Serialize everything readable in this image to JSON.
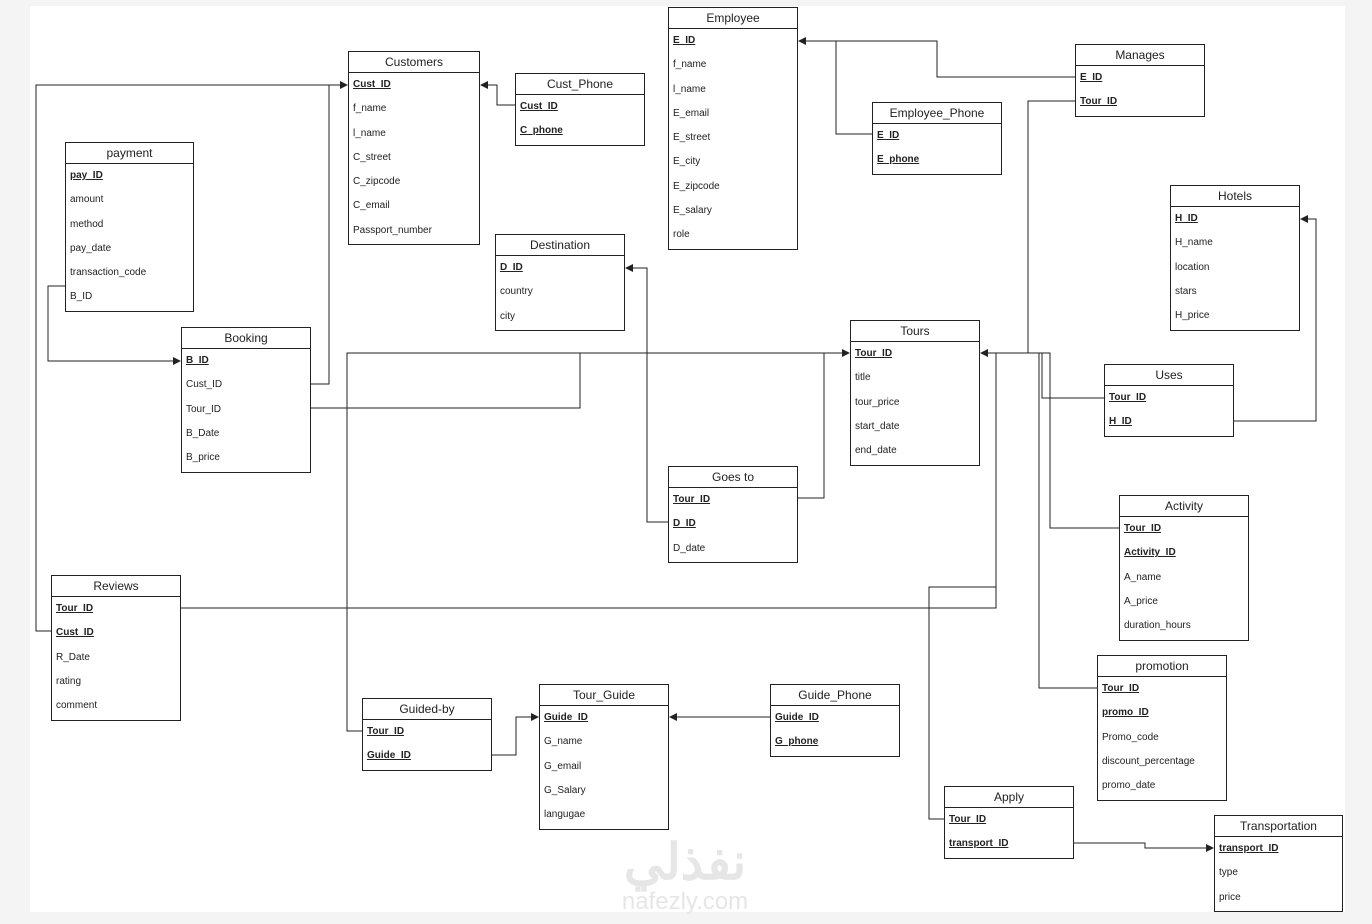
{
  "diagram_title": "",
  "entities": [
    {
      "id": "customers",
      "name": "Customers",
      "fields": [
        {
          "name": "Cust_ID",
          "key": true
        },
        {
          "name": "f_name",
          "key": false
        },
        {
          "name": "l_name",
          "key": false
        },
        {
          "name": "C_street",
          "key": false
        },
        {
          "name": "C_zipcode",
          "key": false
        },
        {
          "name": "C_email",
          "key": false
        },
        {
          "name": "Passport_number",
          "key": false
        }
      ]
    },
    {
      "id": "cust-phone",
      "name": "Cust_Phone",
      "fields": [
        {
          "name": "Cust_ID",
          "key": true
        },
        {
          "name": "C_phone",
          "key": true
        }
      ]
    },
    {
      "id": "employee",
      "name": "Employee",
      "fields": [
        {
          "name": "E_ID",
          "key": true
        },
        {
          "name": "f_name",
          "key": false
        },
        {
          "name": "l_name",
          "key": false
        },
        {
          "name": "E_email",
          "key": false
        },
        {
          "name": "E_street",
          "key": false
        },
        {
          "name": "E_city",
          "key": false
        },
        {
          "name": "E_zipcode",
          "key": false
        },
        {
          "name": "E_salary",
          "key": false
        },
        {
          "name": "role",
          "key": false
        }
      ]
    },
    {
      "id": "employee-phone",
      "name": "Employee_Phone",
      "fields": [
        {
          "name": "E_ID",
          "key": true
        },
        {
          "name": "E_phone",
          "key": true
        }
      ]
    },
    {
      "id": "manages",
      "name": "Manages",
      "fields": [
        {
          "name": "E_ID",
          "key": true
        },
        {
          "name": "Tour_ID",
          "key": true
        }
      ]
    },
    {
      "id": "payment",
      "name": "payment",
      "fields": [
        {
          "name": "pay_ID",
          "key": true
        },
        {
          "name": "amount",
          "key": false
        },
        {
          "name": "method",
          "key": false
        },
        {
          "name": "pay_date",
          "key": false
        },
        {
          "name": "transaction_code",
          "key": false
        },
        {
          "name": "B_ID",
          "key": false
        }
      ]
    },
    {
      "id": "destination",
      "name": "Destination",
      "fields": [
        {
          "name": "D_ID",
          "key": true
        },
        {
          "name": "country",
          "key": false
        },
        {
          "name": "city",
          "key": false
        }
      ]
    },
    {
      "id": "hotels",
      "name": "Hotels",
      "fields": [
        {
          "name": "H_ID",
          "key": true
        },
        {
          "name": "H_name",
          "key": false
        },
        {
          "name": "location",
          "key": false
        },
        {
          "name": "stars",
          "key": false
        },
        {
          "name": "H_price",
          "key": false
        }
      ]
    },
    {
      "id": "booking",
      "name": "Booking",
      "fields": [
        {
          "name": "B_ID",
          "key": true
        },
        {
          "name": "Cust_ID",
          "key": false
        },
        {
          "name": "Tour_ID",
          "key": false
        },
        {
          "name": "B_Date",
          "key": false
        },
        {
          "name": "B_price",
          "key": false
        }
      ]
    },
    {
      "id": "tours",
      "name": "Tours",
      "fields": [
        {
          "name": "Tour_ID",
          "key": true
        },
        {
          "name": "title",
          "key": false
        },
        {
          "name": "tour_price",
          "key": false
        },
        {
          "name": "start_date",
          "key": false
        },
        {
          "name": "end_date",
          "key": false
        }
      ]
    },
    {
      "id": "uses",
      "name": "Uses",
      "fields": [
        {
          "name": "Tour_ID",
          "key": true
        },
        {
          "name": "H_ID",
          "key": true
        }
      ]
    },
    {
      "id": "goes-to",
      "name": "Goes to",
      "fields": [
        {
          "name": "Tour_ID",
          "key": true
        },
        {
          "name": "D_ID",
          "key": true
        },
        {
          "name": "D_date",
          "key": false
        }
      ]
    },
    {
      "id": "activity",
      "name": "Activity",
      "fields": [
        {
          "name": "Tour_ID",
          "key": true
        },
        {
          "name": "Activity_ID",
          "key": true
        },
        {
          "name": "A_name",
          "key": false
        },
        {
          "name": "A_price",
          "key": false
        },
        {
          "name": "duration_hours",
          "key": false
        }
      ]
    },
    {
      "id": "reviews",
      "name": "Reviews",
      "fields": [
        {
          "name": "Tour_ID",
          "key": true
        },
        {
          "name": "Cust_ID",
          "key": true
        },
        {
          "name": "R_Date",
          "key": false
        },
        {
          "name": "rating",
          "key": false
        },
        {
          "name": "comment",
          "key": false
        }
      ]
    },
    {
      "id": "promotion",
      "name": "promotion",
      "fields": [
        {
          "name": "Tour_ID",
          "key": true
        },
        {
          "name": "promo_ID",
          "key": true
        },
        {
          "name": "Promo_code",
          "key": false
        },
        {
          "name": "discount_percentage",
          "key": false
        },
        {
          "name": "promo_date",
          "key": false
        }
      ]
    },
    {
      "id": "guided-by",
      "name": "Guided-by",
      "fields": [
        {
          "name": "Tour_ID",
          "key": true
        },
        {
          "name": "Guide_ID",
          "key": true
        }
      ]
    },
    {
      "id": "tour-guide",
      "name": "Tour_Guide",
      "fields": [
        {
          "name": "Guide_ID",
          "key": true
        },
        {
          "name": "G_name",
          "key": false
        },
        {
          "name": "G_email",
          "key": false
        },
        {
          "name": "G_Salary",
          "key": false
        },
        {
          "name": "langugae",
          "key": false
        }
      ]
    },
    {
      "id": "guide-phone",
      "name": "Guide_Phone",
      "fields": [
        {
          "name": "Guide_ID",
          "key": true
        },
        {
          "name": "G_phone",
          "key": true
        }
      ]
    },
    {
      "id": "apply",
      "name": "Apply",
      "fields": [
        {
          "name": "Tour_ID",
          "key": true
        },
        {
          "name": "transport_ID",
          "key": true
        }
      ]
    },
    {
      "id": "transportation",
      "name": "Transportation",
      "fields": [
        {
          "name": "transport_ID",
          "key": true
        },
        {
          "name": "type",
          "key": false
        },
        {
          "name": "price",
          "key": false
        }
      ]
    }
  ],
  "watermark": {
    "arabic": "نفذلي",
    "latin": "nafezly.com"
  },
  "colors": {
    "line": "#222222",
    "background": "#f4f4f4",
    "canvas": "#ffffff"
  }
}
